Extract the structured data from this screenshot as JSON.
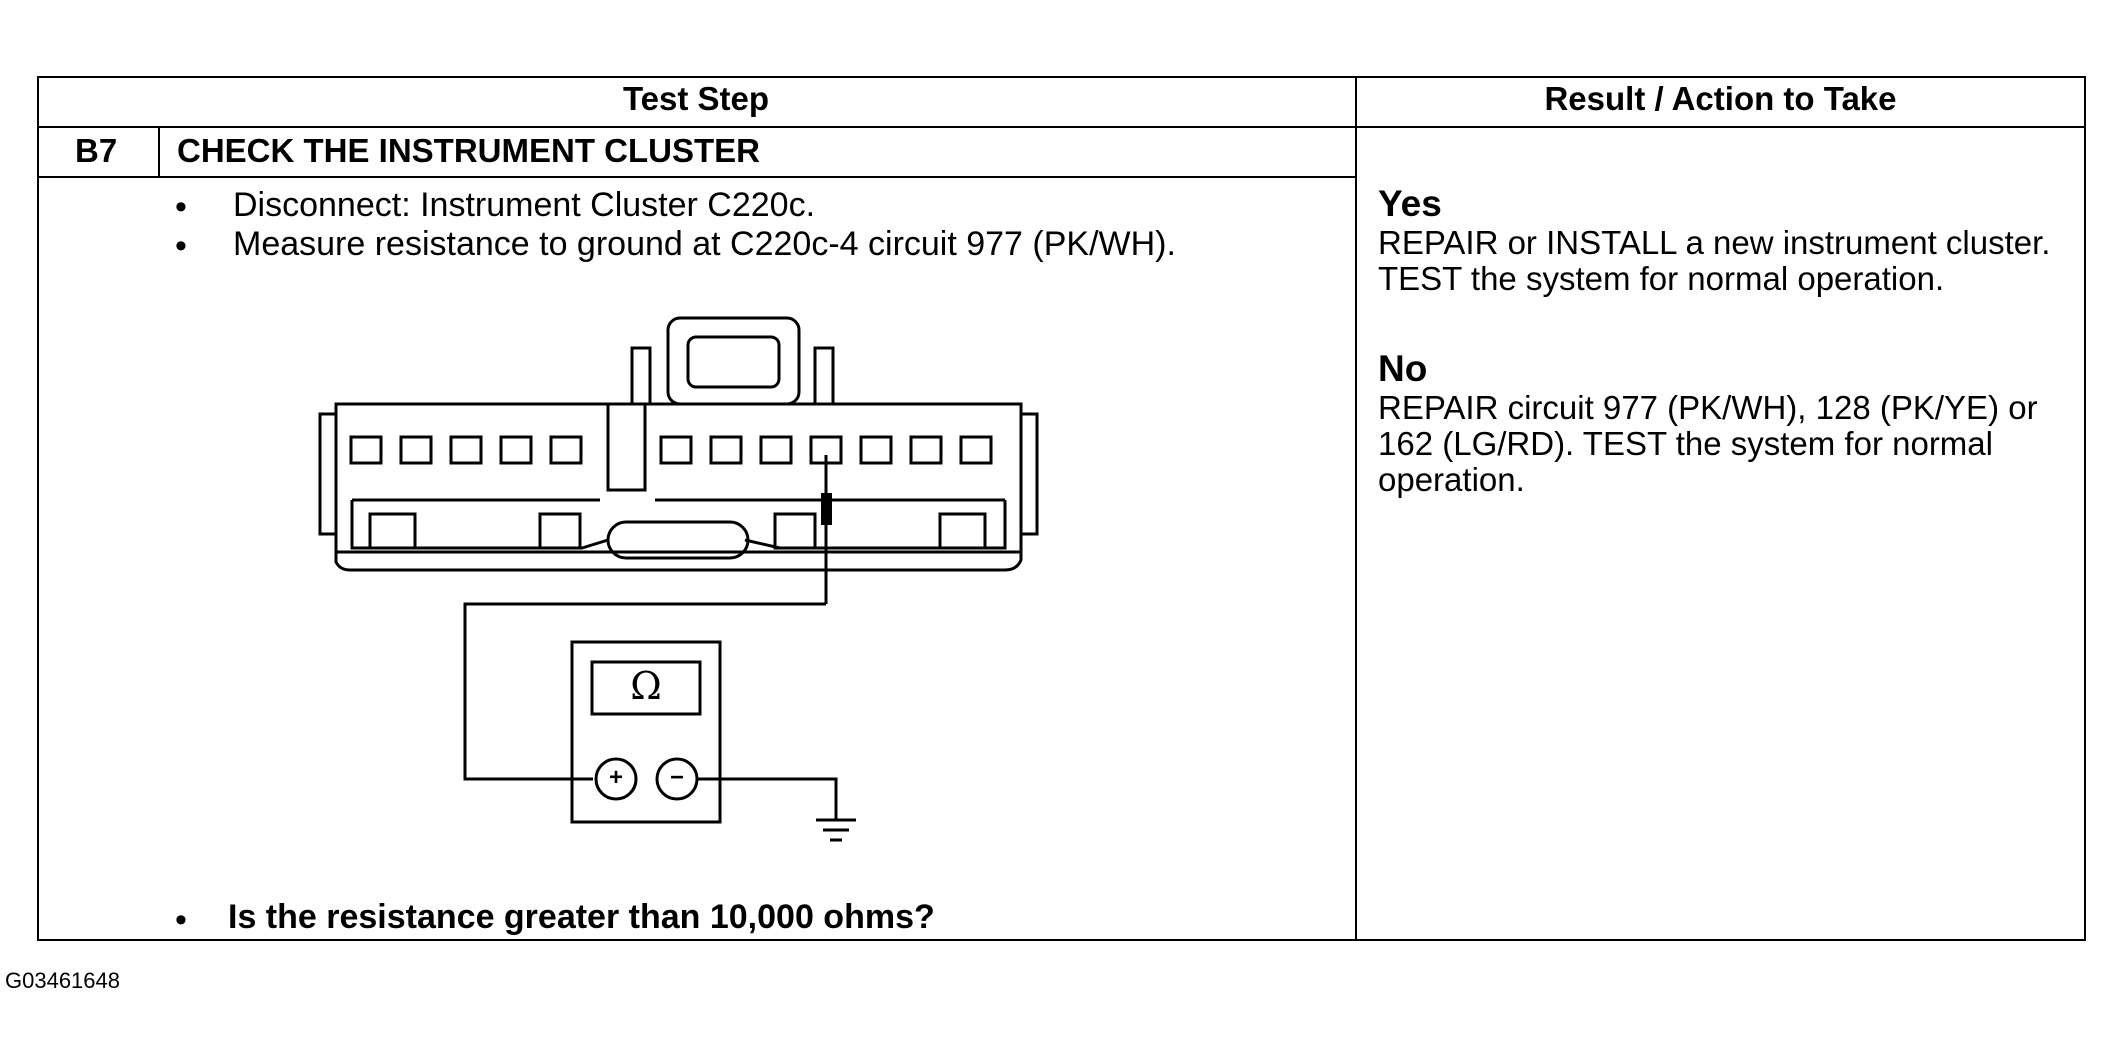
{
  "table": {
    "header": {
      "test_step": "Test Step",
      "result_action": "Result / Action to Take"
    },
    "step": {
      "id": "B7",
      "title": "CHECK THE INSTRUMENT CLUSTER",
      "bullets": [
        "Disconnect: Instrument Cluster C220c.",
        "Measure resistance to ground at C220c-4 circuit 977 (PK/WH)."
      ],
      "question": "Is the resistance greater than 10,000 ohms?",
      "bullet_glyph": "•"
    },
    "results": {
      "yes_label": "Yes",
      "yes_text": "REPAIR or INSTALL a new instrument cluster. TEST the system for normal operation.",
      "no_label": "No",
      "no_text": "REPAIR circuit 977 (PK/WH), 128 (PK/YE) or 162 (LG/RD). TEST the system for normal operation."
    }
  },
  "diagram": {
    "meter_symbol": "Ω",
    "plus_symbol": "+",
    "minus_symbol": "−",
    "ground_icon": "ground-symbol-icon"
  },
  "figure_id": "G03461648"
}
